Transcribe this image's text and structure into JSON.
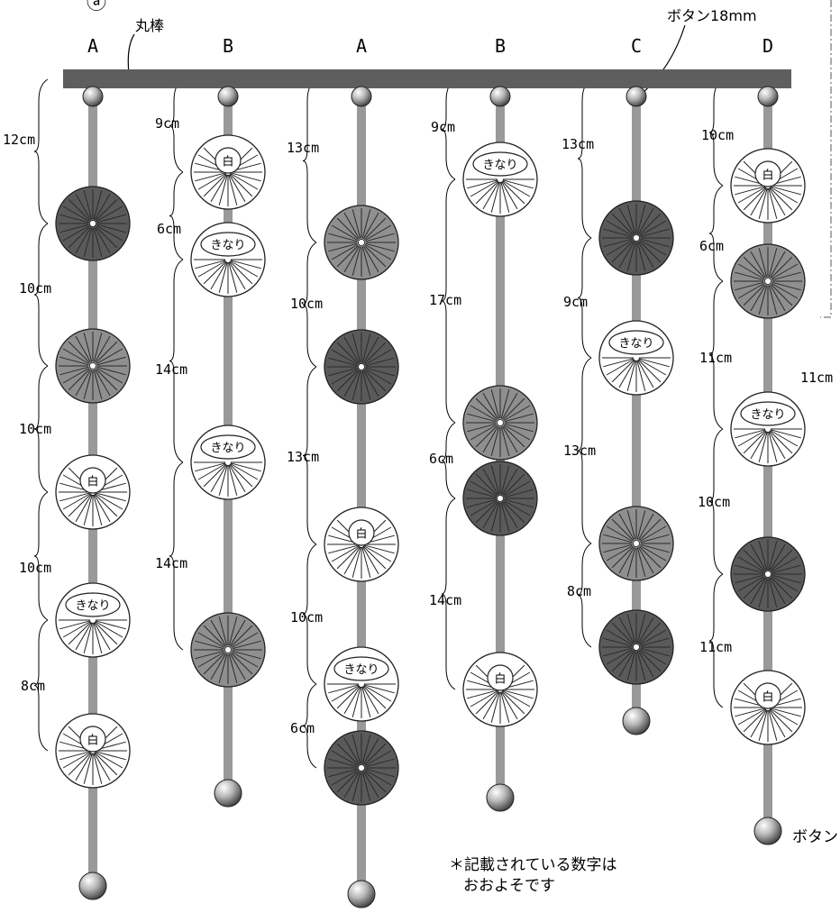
{
  "top_caption": "ⓐ",
  "rod_label": "丸棒",
  "button_label": "ボタン18mm",
  "bottom_button_label": "ボタン",
  "note_line1": "＊記載されている数字は",
  "note_line2": "おおよそです",
  "right_edge_measure": "11cm",
  "colors": {
    "dark": "#5a5a5a",
    "medium": "#8f8f8f",
    "rod": "#5e5e5e",
    "string": "#999999",
    "white": "#ffffff"
  },
  "pompom_labels": {
    "white": "白",
    "kinari": "きなり"
  },
  "strands": [
    {
      "letter": "A",
      "segments": [
        "12cm",
        "10cm",
        "10cm",
        "10cm",
        "8cm"
      ],
      "pompoms": [
        "dark",
        "medium",
        "white",
        "kinari",
        "white"
      ]
    },
    {
      "letter": "B",
      "segments": [
        "9cm",
        "6cm",
        "14cm",
        "14cm"
      ],
      "pompoms": [
        "white",
        "kinari",
        "kinari",
        "medium"
      ]
    },
    {
      "letter": "A",
      "segments": [
        "13cm",
        "10cm",
        "13cm",
        "10cm",
        "6cm"
      ],
      "pompoms": [
        "medium",
        "dark",
        "white",
        "kinari",
        "dark"
      ]
    },
    {
      "letter": "B",
      "segments": [
        "9cm",
        "17cm",
        "6cm",
        "14cm"
      ],
      "pompoms": [
        "kinari",
        "medium",
        "dark",
        "white"
      ]
    },
    {
      "letter": "C",
      "segments": [
        "13cm",
        "9cm",
        "13cm",
        "8cm"
      ],
      "pompoms": [
        "dark",
        "kinari",
        "medium",
        "dark"
      ]
    },
    {
      "letter": "D",
      "segments": [
        "10cm",
        "6cm",
        "11cm",
        "10cm",
        "11cm"
      ],
      "pompoms": [
        "white",
        "medium",
        "kinari",
        "dark",
        "white"
      ]
    }
  ]
}
